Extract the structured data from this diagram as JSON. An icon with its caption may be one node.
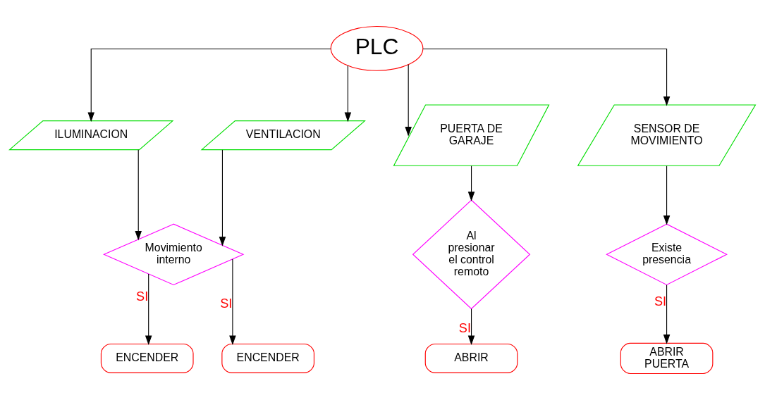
{
  "diagram": {
    "nodes": [
      {
        "text": [
          "PLC"
        ]
      },
      {
        "text": [
          "ILUMINACION"
        ]
      },
      {
        "text": [
          "VENTILACION"
        ]
      },
      {
        "text": [
          "PUERTA DE GARAJE"
        ]
      },
      {
        "text": [
          "SENSOR DE MOVIMIENTO"
        ]
      },
      {
        "text": [
          "Movimiento interno"
        ]
      },
      {
        "text": [
          "Al presionar el control remoto"
        ]
      },
      {
        "text": [
          "Existe presencia"
        ]
      },
      {
        "text": [
          "ENCENDER"
        ]
      },
      {
        "text": [
          "ENCENDER"
        ]
      },
      {
        "text": [
          "ABRIR"
        ]
      },
      {
        "text": [
          "ABRIR PUERTA"
        ]
      }
    ],
    "edges": [
      {
        "from": 0,
        "to": 1,
        "arrow": "to"
      },
      {
        "from": 0,
        "to": 2,
        "arrow": "to"
      },
      {
        "from": 0,
        "to": 3,
        "arrow": "to"
      },
      {
        "from": 0,
        "to": 4,
        "arrow": "to"
      },
      {
        "from": 1,
        "to": 5,
        "arrow": "to"
      },
      {
        "from": 2,
        "to": 5,
        "arrow": "to"
      },
      {
        "from": 3,
        "to": 6,
        "arrow": "to"
      },
      {
        "from": 4,
        "to": 7,
        "arrow": "to"
      },
      {
        "from": 5,
        "to": 8,
        "arrow": "to",
        "label": "SI"
      },
      {
        "from": 5,
        "to": 9,
        "arrow": "to",
        "label": "SI"
      },
      {
        "from": 6,
        "to": 10,
        "arrow": "to",
        "label": "SI"
      },
      {
        "from": 7,
        "to": 11,
        "arrow": "to",
        "label": "SI"
      }
    ]
  }
}
